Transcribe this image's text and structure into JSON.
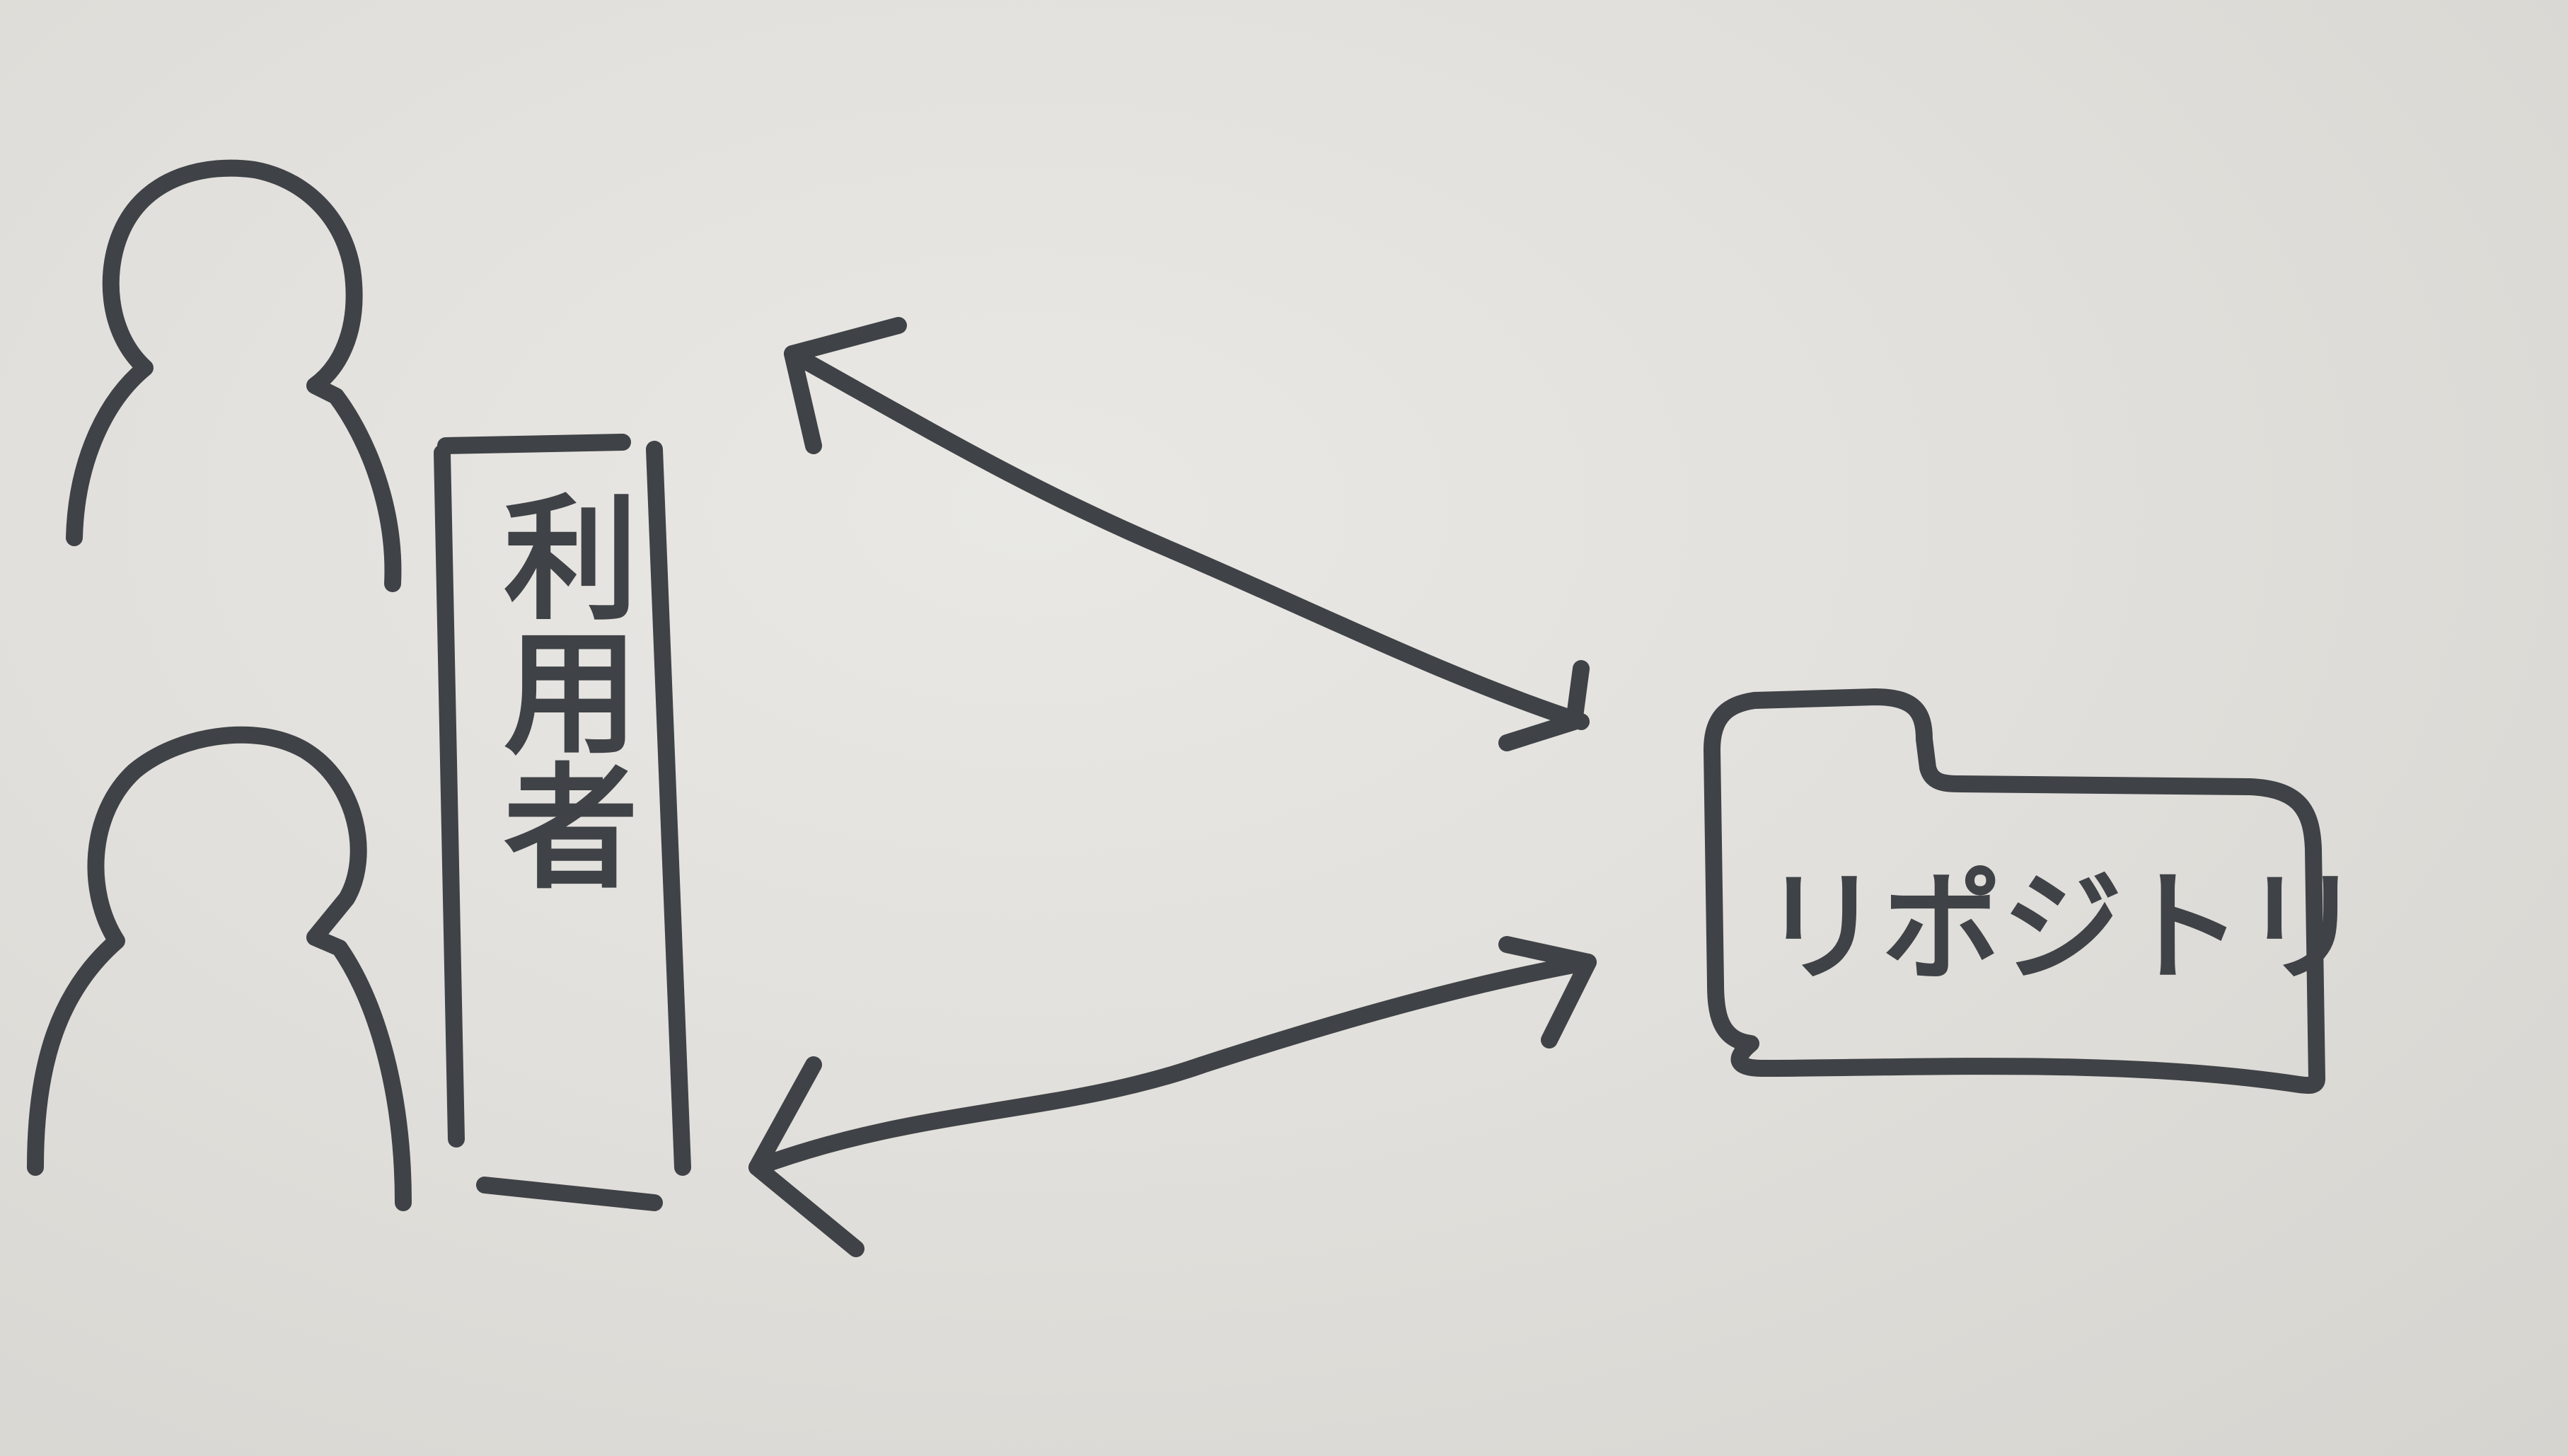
{
  "diagram": {
    "users_label": "利用者",
    "repository_label": "リポジトリ",
    "ink_color": "#3f4246",
    "paper_color": "#e3e1dd",
    "icons": [
      "person-icon",
      "person-icon",
      "folder-icon"
    ],
    "connections": [
      {
        "from": "users",
        "to": "repository",
        "direction": "bidirectional"
      },
      {
        "from": "users",
        "to": "repository",
        "direction": "bidirectional"
      }
    ]
  }
}
